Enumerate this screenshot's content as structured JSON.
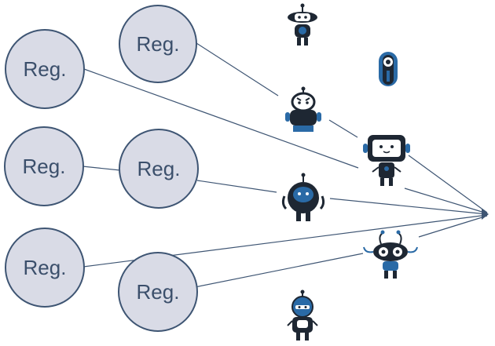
{
  "colors": {
    "node_fill": "#d9dbe6",
    "node_stroke": "#3e5573",
    "edge": "#3e5573",
    "robot_dark": "#1e2733",
    "robot_blue": "#2a6aa6"
  },
  "nodes": [
    {
      "id": "reg-1",
      "label": "Reg."
    },
    {
      "id": "reg-2",
      "label": "Reg."
    },
    {
      "id": "reg-3",
      "label": "Reg."
    },
    {
      "id": "reg-4",
      "label": "Reg."
    },
    {
      "id": "reg-5",
      "label": "Reg."
    },
    {
      "id": "reg-6",
      "label": "Reg."
    }
  ],
  "robots": [
    {
      "id": "robot-1",
      "icon": "robot-antenna-icon"
    },
    {
      "id": "robot-2",
      "icon": "robot-capsule-icon"
    },
    {
      "id": "robot-3",
      "icon": "robot-angry-icon"
    },
    {
      "id": "robot-4",
      "icon": "robot-screen-icon"
    },
    {
      "id": "robot-5",
      "icon": "robot-round-icon"
    },
    {
      "id": "robot-6",
      "icon": "robot-wide-icon"
    },
    {
      "id": "robot-7",
      "icon": "robot-tall-icon"
    }
  ],
  "target": {
    "icon": "arrowhead-icon"
  }
}
